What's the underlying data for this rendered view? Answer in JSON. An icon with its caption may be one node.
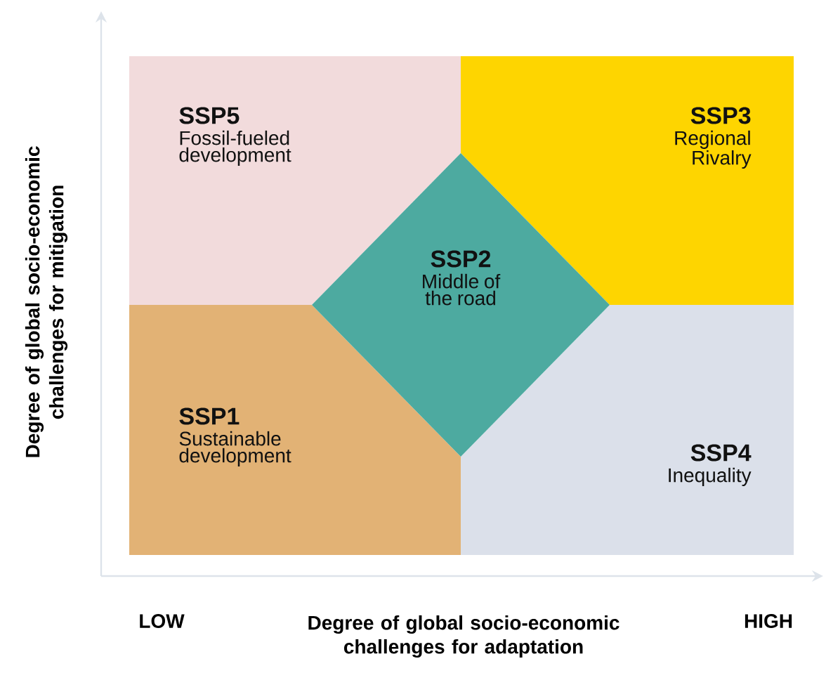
{
  "diagram": {
    "nodes": [
      {
        "text": [
          "SSP5",
          "Fossil-fueled development"
        ]
      },
      {
        "text": [
          "SSP3",
          "Regional Rivalry"
        ]
      },
      {
        "text": [
          "SSP2",
          "Middle of the road"
        ]
      },
      {
        "text": [
          "SSP1",
          "Sustainable development"
        ]
      },
      {
        "text": [
          "SSP4",
          "Inequality"
        ]
      }
    ],
    "labels": [
      "Degree of global socio-economic challenges for mitigation",
      "LOW",
      "Degree of global socio-economic challenges for adaptation",
      "HIGH"
    ]
  }
}
